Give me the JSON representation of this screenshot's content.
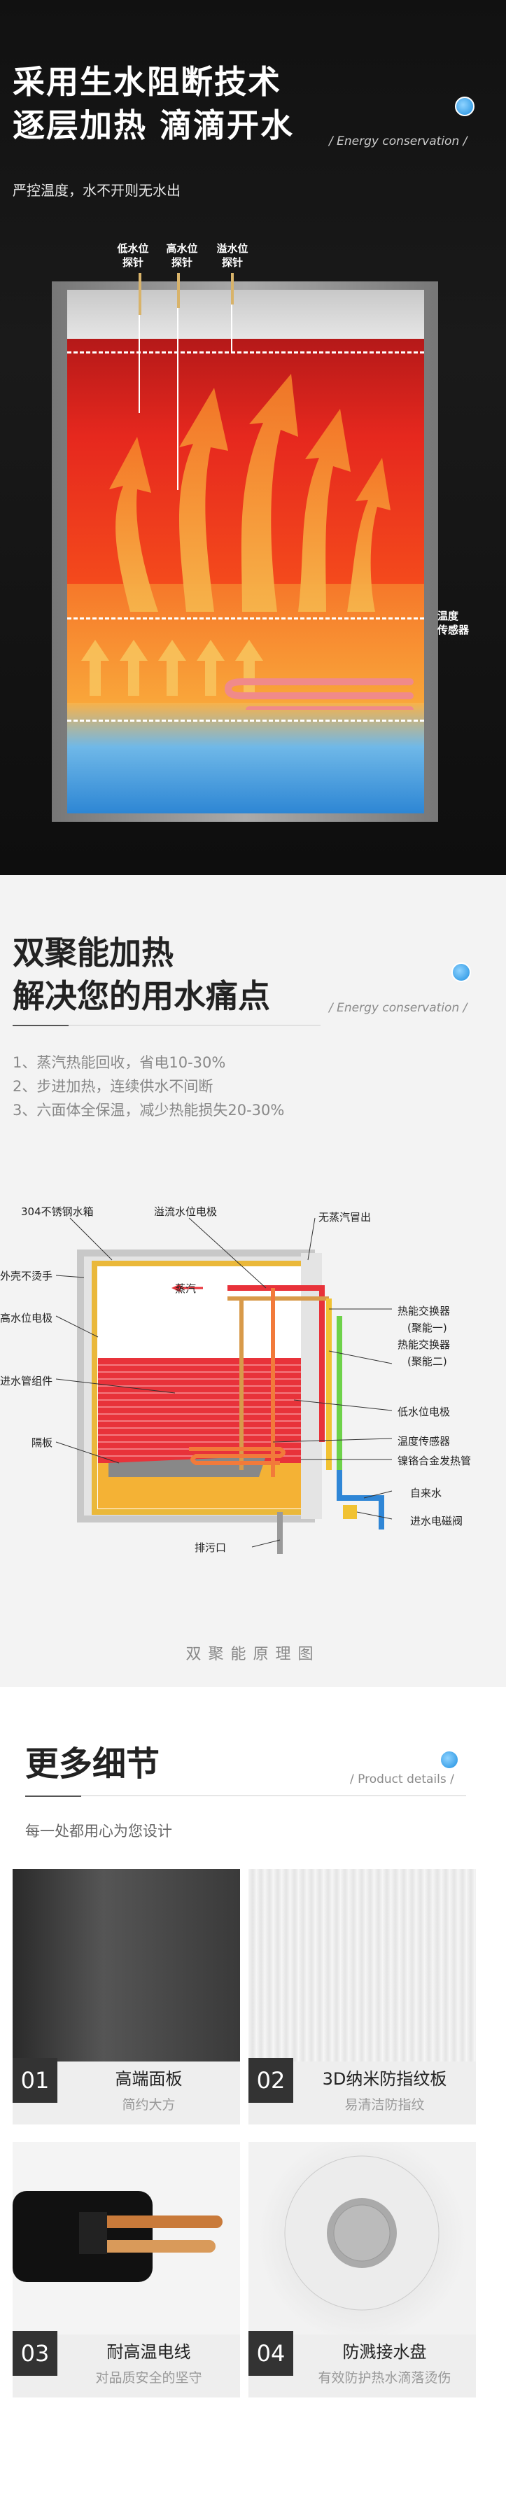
{
  "hero": {
    "title_line1": "采用生水阻断技术",
    "title_line2": "逐层加热 滴滴开水",
    "energy": "/ Energy conservation /",
    "subtitle": "严控温度，水不开则无水出",
    "probes": [
      {
        "l1": "低水位",
        "l2": "探针"
      },
      {
        "l1": "高水位",
        "l2": "探针"
      },
      {
        "l1": "溢水位",
        "l2": "探针"
      }
    ],
    "temp_sensor": {
      "l1": "温度",
      "l2": "传感器"
    }
  },
  "dual": {
    "title_line1": "双聚能加热",
    "title_line2": "解决您的用水痛点",
    "energy": "/ Energy conservation /",
    "features": [
      "1、蒸汽热能回收，省电10-30%",
      "2、步进加热，连续供水不间断",
      "3、六面体全保温，减少热能损失20-30%"
    ],
    "labels": {
      "tank": "304不锈钢水箱",
      "overflow_electrode": "溢流水位电极",
      "no_steam": "无蒸汽冒出",
      "steam": "蒸汽",
      "shell": "外壳不烫手",
      "high_electrode": "高水位电极",
      "exchanger1": "热能交换器",
      "exchanger1b": "(聚能一)",
      "exchanger2": "热能交换器",
      "exchanger2b": "(聚能二)",
      "inlet_pipe": "进水管组件",
      "low_electrode": "低水位电极",
      "temp_sensor": "温度传感器",
      "heater": "镍铬合金发热管",
      "partition": "隔板",
      "tap_water": "自来水",
      "inlet_valve": "进水电磁阀",
      "drain": "排污口"
    },
    "caption": "双聚能原理图"
  },
  "details": {
    "title": "更多细节",
    "pd": "/ Product details /",
    "sub": "每一处都用心为您设计",
    "cards": [
      {
        "num": "01",
        "title": "高端面板",
        "sub": "简约大方"
      },
      {
        "num": "02",
        "title": "3D纳米防指纹板",
        "sub": "易清洁防指纹"
      },
      {
        "num": "03",
        "title": "耐高温电线",
        "sub": "对品质安全的坚守"
      },
      {
        "num": "04",
        "title": "防溅接水盘",
        "sub": "有效防护热水滴落烫伤"
      }
    ]
  }
}
